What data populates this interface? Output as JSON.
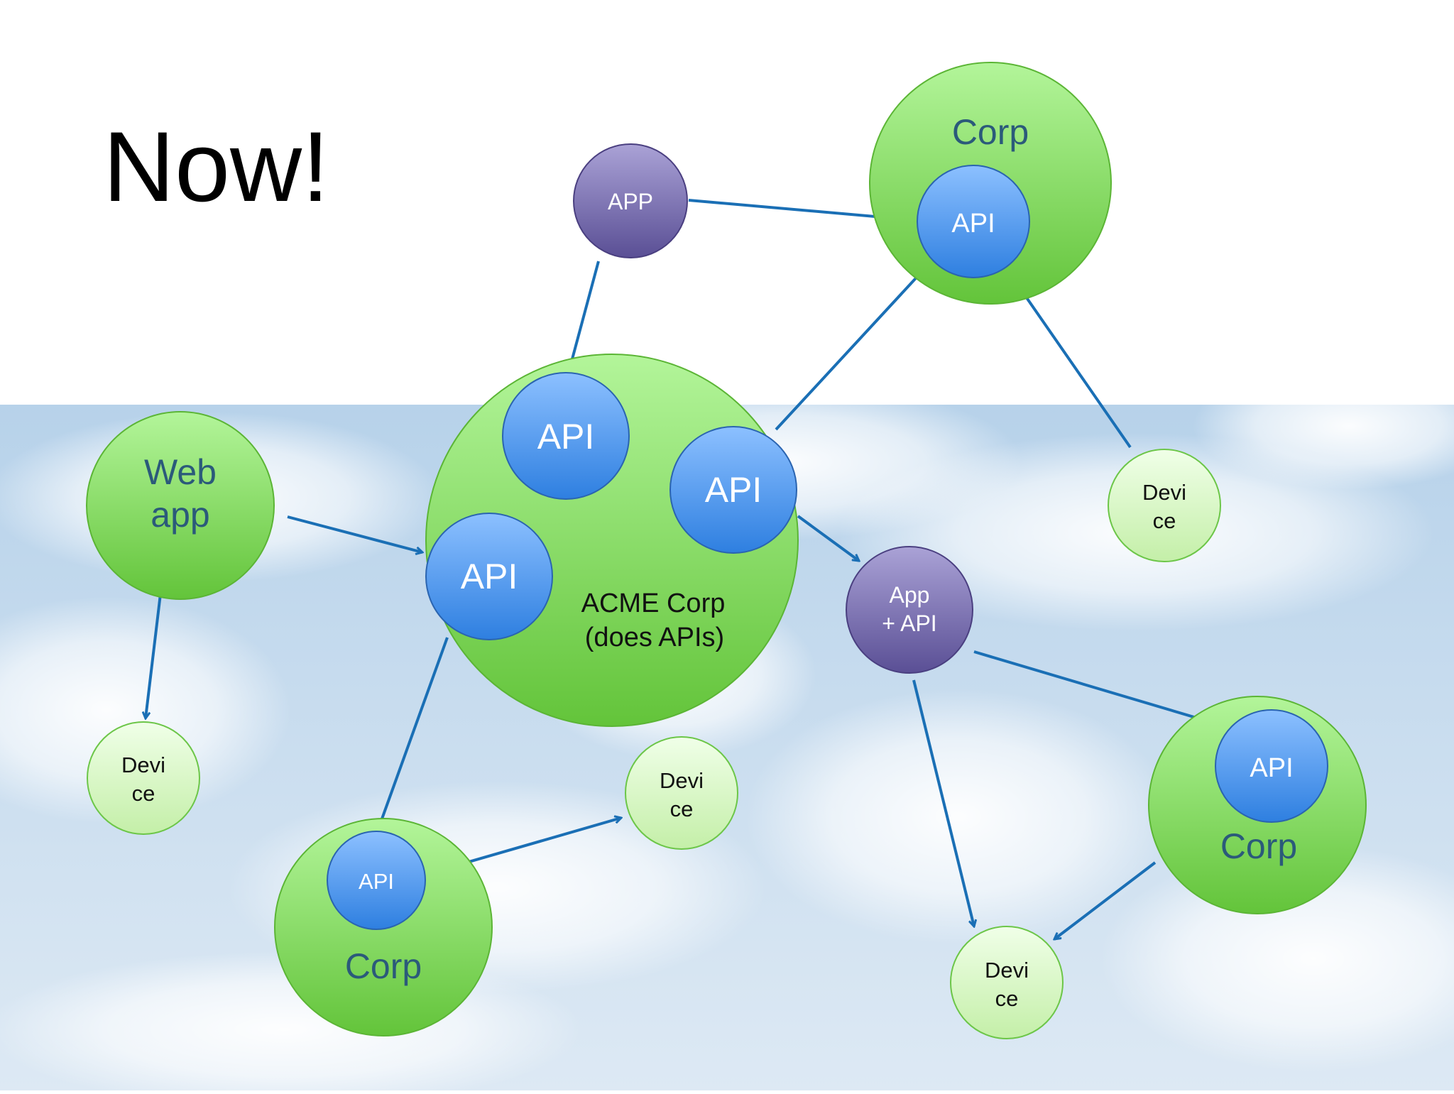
{
  "slide": {
    "title": "Now!"
  },
  "colors": {
    "arrow": "#1a6fb5",
    "corp_green": "#7bd34f",
    "api_blue": "#4a8ff0",
    "app_purple": "#6f63a8",
    "device_green": "#d8f7c4",
    "text_dark": "#2b5a7a",
    "sky": "#c6dbee"
  },
  "diagram": {
    "corp_top": {
      "label": "Corp",
      "api_label": "API"
    },
    "app_top": {
      "label": "APP"
    },
    "acme": {
      "label_line1": "ACME Corp",
      "label_line2": "(does APIs)",
      "api1_label": "API",
      "api2_label": "API",
      "api3_label": "API"
    },
    "web_app": {
      "label_line1": "Web",
      "label_line2": "app"
    },
    "app_api": {
      "label_line1": "App",
      "label_line2": "+ API"
    },
    "device_right": {
      "line1": "Devi",
      "line2": "ce"
    },
    "device_left": {
      "line1": "Devi",
      "line2": "ce"
    },
    "device_middle": {
      "line1": "Devi",
      "line2": "ce"
    },
    "device_bottom_right": {
      "line1": "Devi",
      "line2": "ce"
    },
    "corp_bottom_left": {
      "label": "Corp",
      "api_label": "API"
    },
    "corp_right": {
      "label": "Corp",
      "api_label": "API"
    }
  }
}
